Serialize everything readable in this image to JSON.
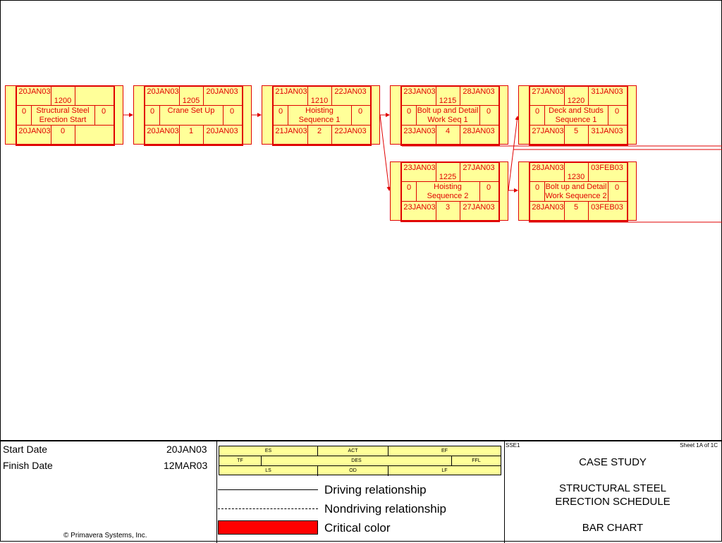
{
  "nodes": [
    {
      "es": "20JAN03",
      "id": "1200",
      "ef": "",
      "tf": "0",
      "desc": [
        "Structural Steel",
        "Erection Start"
      ],
      "ffl": "0",
      "ls": "20JAN03",
      "od": "0",
      "lf": ""
    },
    {
      "es": "20JAN03",
      "id": "1205",
      "ef": "20JAN03",
      "tf": "0",
      "desc": [
        "Crane Set Up",
        ""
      ],
      "ffl": "0",
      "ls": "20JAN03",
      "od": "1",
      "lf": "20JAN03"
    },
    {
      "es": "21JAN03",
      "id": "1210",
      "ef": "22JAN03",
      "tf": "0",
      "desc": [
        "Hoisting",
        "Sequence 1"
      ],
      "ffl": "0",
      "ls": "21JAN03",
      "od": "2",
      "lf": "22JAN03"
    },
    {
      "es": "23JAN03",
      "id": "1215",
      "ef": "28JAN03",
      "tf": "0",
      "desc": [
        "Bolt up and Detail",
        "Work Seq 1"
      ],
      "ffl": "0",
      "ls": "23JAN03",
      "od": "4",
      "lf": "28JAN03"
    },
    {
      "es": "27JAN03",
      "id": "1220",
      "ef": "31JAN03",
      "tf": "0",
      "desc": [
        "Deck and Studs",
        "Sequence 1"
      ],
      "ffl": "0",
      "ls": "27JAN03",
      "od": "5",
      "lf": "31JAN03"
    },
    {
      "es": "23JAN03",
      "id": "1225",
      "ef": "27JAN03",
      "tf": "0",
      "desc": [
        "Hoisting",
        "Sequence 2"
      ],
      "ffl": "0",
      "ls": "23JAN03",
      "od": "3",
      "lf": "27JAN03"
    },
    {
      "es": "28JAN03",
      "id": "1230",
      "ef": "03FEB03",
      "tf": "0",
      "desc": [
        "Bolt up and Detail",
        "Work Sequence 2"
      ],
      "ffl": "0",
      "ls": "28JAN03",
      "od": "5",
      "lf": "03FEB03"
    }
  ],
  "footer": {
    "start_label": "Start Date",
    "start_value": "20JAN03",
    "finish_label": "Finish Date",
    "finish_value": "12MAR03",
    "copyright": "© Primavera Systems, Inc.",
    "legend_box": {
      "es": "ES",
      "act": "ACT",
      "ef": "EF",
      "tf": "TF",
      "des": "DES",
      "ffl": "FFL",
      "ls": "LS",
      "od": "OD",
      "lf": "LF"
    },
    "driving": "Driving relationship",
    "nondriving": "Nondriving relationship",
    "critical": "Critical color",
    "critical_color": "#ff0000",
    "project_code": "SSE1",
    "sheet": "Sheet 1A of 1C",
    "title1": "CASE STUDY",
    "title2a": "STRUCTURAL STEEL",
    "title2b": "ERECTION SCHEDULE",
    "title3": "BAR CHART"
  }
}
